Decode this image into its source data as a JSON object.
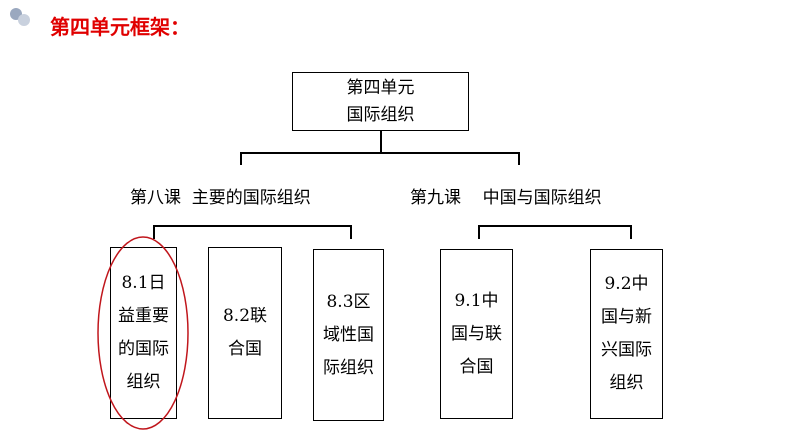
{
  "title": "第四单元框架：",
  "root": {
    "line1": "第四单元",
    "line2": "国际组织"
  },
  "lessons": [
    {
      "label": "第八课  主要的国际组织",
      "items": [
        "8.1日益重要的国际组织",
        "8.2联合国",
        "8.3区域性国际组织"
      ]
    },
    {
      "label": "第九课    中国与国际组织",
      "items": [
        "9.1中国与联合国",
        "9.2中国与新兴国际组织"
      ]
    }
  ],
  "colors": {
    "title": "#e00000",
    "highlight": "#c0161c"
  }
}
